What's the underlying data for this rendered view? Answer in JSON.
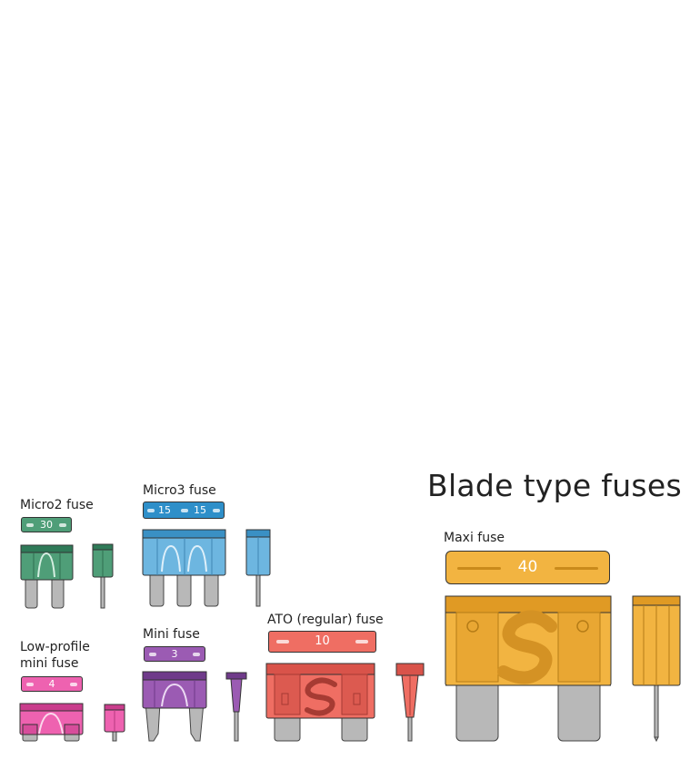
{
  "title": "Blade type fuses",
  "colors": {
    "micro2": "#4f9e78",
    "micro3": "#6db6e0",
    "lowprofile": "#ee62b0",
    "mini": "#9b5bb3",
    "ato": "#ef6e63",
    "maxi": "#f2b441",
    "terminal": "#b8b8b8"
  },
  "fuses": {
    "micro2": {
      "label": "Micro2 fuse",
      "rating": "30"
    },
    "micro3": {
      "label": "Micro3 fuse",
      "rating_left": "15",
      "rating_right": "15"
    },
    "lowprofile": {
      "label": "Low-profile\nmini fuse",
      "rating": "4"
    },
    "mini": {
      "label": "Mini fuse",
      "rating": "3"
    },
    "ato": {
      "label": "ATO (regular) fuse",
      "rating": "10"
    },
    "maxi": {
      "label": "Maxi fuse",
      "rating": "40"
    }
  }
}
